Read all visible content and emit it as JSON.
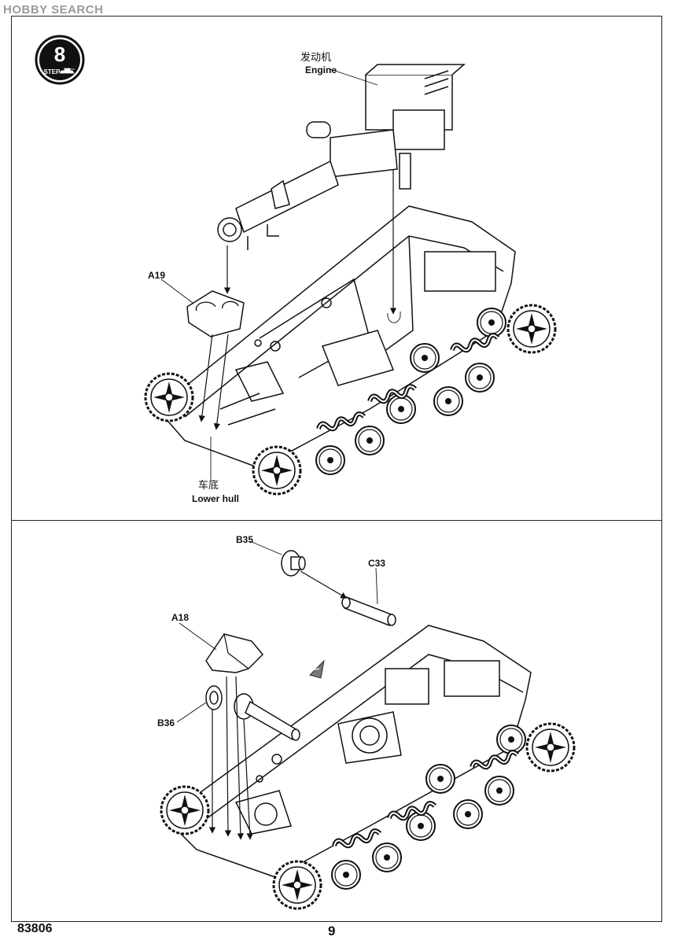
{
  "watermark": "HOBBY SEARCH",
  "step": {
    "number": "8",
    "label": "STEP"
  },
  "top": {
    "engine_cn": "发动机",
    "engine_en": "Engine",
    "part_a19": "A19",
    "lower_hull_cn": "车底",
    "lower_hull_en": "Lower hull"
  },
  "bottom": {
    "part_b35": "B35",
    "part_c33": "C33",
    "part_a18": "A18",
    "part_b36": "B36"
  },
  "footer": {
    "product_code": "83806",
    "page": "9"
  }
}
